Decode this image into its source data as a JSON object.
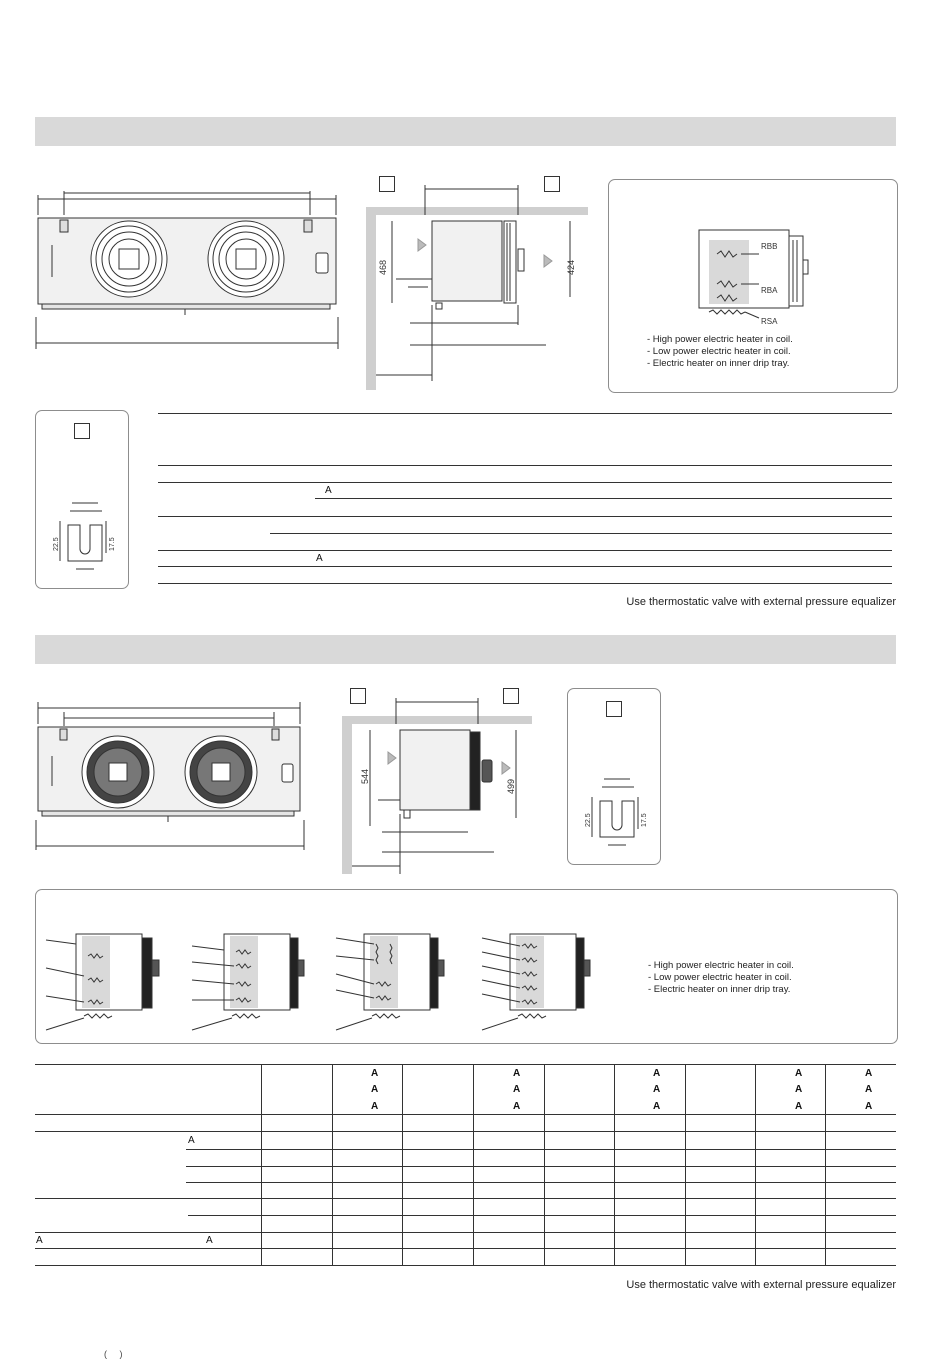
{
  "section1": {
    "dims": {
      "height_left": "468",
      "height_right": "424",
      "slot_a": "22.5",
      "slot_b": "17.5"
    },
    "heaters": {
      "rbb": "RBB",
      "rba": "RBA",
      "rsa": "RSA"
    },
    "legend": [
      "- High power electric heater in coil.",
      "- Low power electric heater in coil.",
      "- Electric heater on inner drip tray."
    ],
    "table_marks": {
      "row3": "A",
      "row7": "A"
    },
    "footer_note": "Use thermostatic valve with external pressure equalizer"
  },
  "section2": {
    "dims": {
      "height_left": "544",
      "height_right": "499",
      "slot_a": "22.5",
      "slot_b": "17.5"
    },
    "legend": [
      "- High power electric heater in coil.",
      "- Low power electric heater in coil.",
      "- Electric heater on inner drip tray."
    ],
    "header_marks": [
      "A",
      "A",
      "A",
      "A",
      "A",
      "A",
      "A",
      "A",
      "A",
      "A",
      "A",
      "A",
      "A",
      "A",
      "A"
    ],
    "row_marks": {
      "row2": "A",
      "row7_left": "A",
      "row7_mid": "A"
    },
    "footer_note": "Use thermostatic valve with external pressure equalizer"
  },
  "page_footer": "(     )"
}
